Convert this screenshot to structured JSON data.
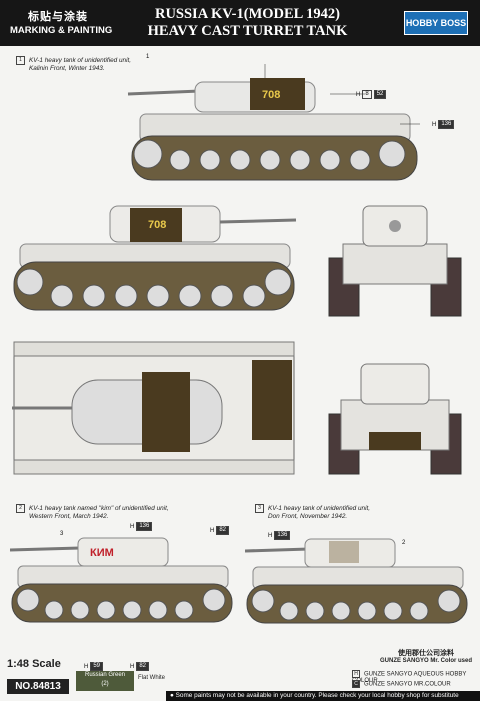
{
  "header": {
    "cn_title": "标贴与涂装",
    "en_subtitle": "MARKING & PAINTING",
    "title_line1": "RUSSIA KV-1(MODEL 1942)",
    "title_line2": "HEAVY CAST TURRET TANK",
    "logo": "HOBBY BOSS"
  },
  "panels": [
    {
      "number": "1",
      "line1": "KV-1  heavy tank of unidentified unit,",
      "line2": "Kalinin Front, Winter 1943.",
      "turret_number": "708"
    },
    {
      "number": "2",
      "line1": "KV-1  heavy tank named \"kim\" of unidentified unit,",
      "line2": "Western Front, March 1942.",
      "turret_slogan": "КИМ"
    },
    {
      "number": "3",
      "line1": "KV-1  heavy tank of unidentified unit,",
      "line2": "Don Front, November 1942."
    }
  ],
  "callouts": {
    "h_a": "H",
    "h_a_codes": [
      "8",
      "52"
    ],
    "h_b": "H",
    "h_b_code": "136",
    "h_c": "H",
    "h_c_code": "136",
    "h_d": "H",
    "h_d_code": "82",
    "h_e": "H",
    "h_e_code": "136",
    "one": "1",
    "two": "2",
    "three": "3"
  },
  "legend": {
    "scale": "1:48 Scale",
    "model_no": "NO.84813",
    "paint1_h": "H",
    "paint1_code": "59",
    "paint1_name": "Russian Green",
    "paint1_num": "(2)",
    "paint2_h": "H",
    "paint2_code": "82",
    "paint2_name": "Flat White",
    "cn_note": "使用郡仕公司涂料",
    "gunze_used": "GUNZE SANGYO Mr. Color used",
    "gunze_aq": "GUNZE SANGYO AQUEOUS HOBBY COLOUR",
    "gunze_mr": "GUNZE SANGYO MR.COLOUR",
    "footer": "● Some paints may not be available in your country. Please check your local hobby shop for substitute"
  }
}
